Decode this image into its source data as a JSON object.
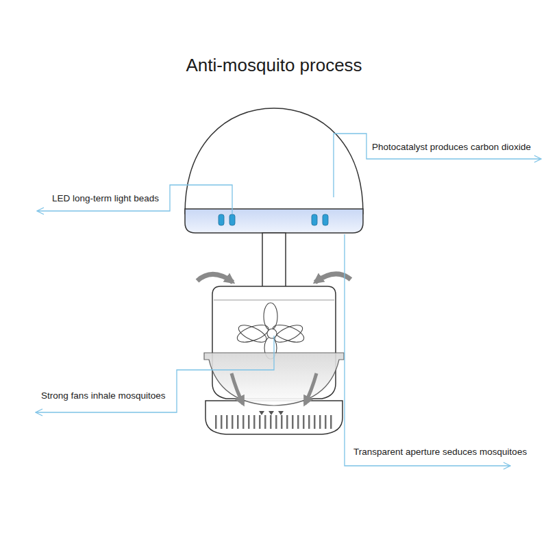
{
  "diagram": {
    "title": "Anti-mosquito process",
    "labels": [
      "LED long-term light beads",
      "Photocatalyst produces carbon dioxide",
      "Strong fans inhale mosquitoes",
      "Transparent aperture seduces mosquitoes"
    ]
  }
}
